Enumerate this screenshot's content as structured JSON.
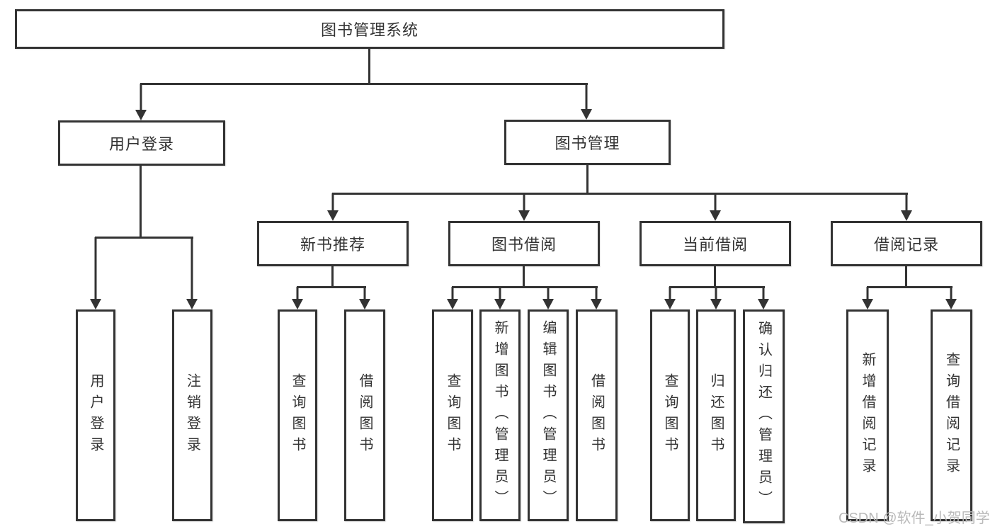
{
  "diagram": {
    "type": "hierarchy-tree",
    "colors": {
      "line": "#333333",
      "box_border": "#333333",
      "box_fill": "#ffffff",
      "text": "#333333",
      "background": "#ffffff",
      "watermark": "#b9b9b9"
    },
    "nodes": {
      "root": {
        "label": "图书管理系统"
      },
      "user_login": {
        "label": "用户登录"
      },
      "book_mgmt": {
        "label": "图书管理"
      },
      "new_book_rec": {
        "label": "新书推荐"
      },
      "book_borrow": {
        "label": "图书借阅"
      },
      "current_borrow": {
        "label": "当前借阅"
      },
      "borrow_record": {
        "label": "借阅记录"
      },
      "leaf_user_login": {
        "label": "用户登录"
      },
      "leaf_logout": {
        "label": "注销登录"
      },
      "leaf_query_book_1": {
        "label": "查询图书"
      },
      "leaf_borrow_book_1": {
        "label": "借阅图书"
      },
      "leaf_query_book_2": {
        "label": "查询图书"
      },
      "leaf_add_book": {
        "label": "新增图书（管理员）"
      },
      "leaf_edit_book": {
        "label": "编辑图书（管理员）"
      },
      "leaf_borrow_book_2": {
        "label": "借阅图书"
      },
      "leaf_query_book_3": {
        "label": "查询图书"
      },
      "leaf_return_book": {
        "label": "归还图书"
      },
      "leaf_confirm_return": {
        "label": "确认归还（管理员）"
      },
      "leaf_add_record": {
        "label": "新增借阅记录"
      },
      "leaf_query_record": {
        "label": "查询借阅记录"
      }
    },
    "edges": [
      {
        "from": "root",
        "to": [
          "user_login",
          "book_mgmt"
        ]
      },
      {
        "from": "user_login",
        "to": [
          "leaf_user_login",
          "leaf_logout"
        ]
      },
      {
        "from": "book_mgmt",
        "to": [
          "new_book_rec",
          "book_borrow",
          "current_borrow",
          "borrow_record"
        ]
      },
      {
        "from": "new_book_rec",
        "to": [
          "leaf_query_book_1",
          "leaf_borrow_book_1"
        ]
      },
      {
        "from": "book_borrow",
        "to": [
          "leaf_query_book_2",
          "leaf_add_book",
          "leaf_edit_book",
          "leaf_borrow_book_2"
        ]
      },
      {
        "from": "current_borrow",
        "to": [
          "leaf_query_book_3",
          "leaf_return_book",
          "leaf_confirm_return"
        ]
      },
      {
        "from": "borrow_record",
        "to": [
          "leaf_add_record",
          "leaf_query_record"
        ]
      }
    ],
    "watermark": {
      "text": "CSDN @软件_小贺同学"
    }
  }
}
